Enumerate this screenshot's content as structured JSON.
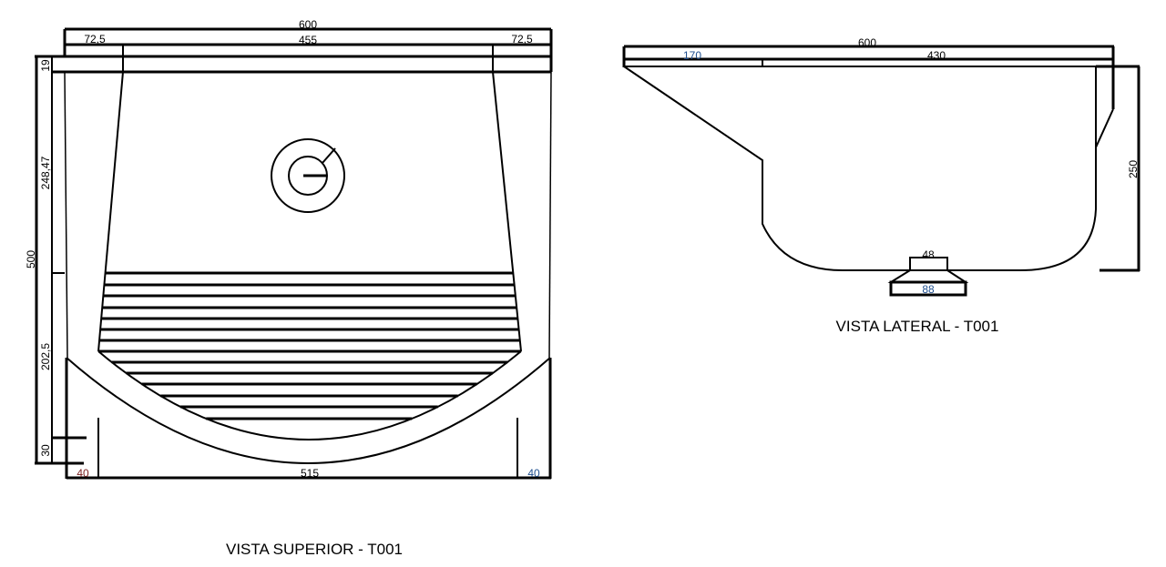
{
  "top_view": {
    "title": "VISTA SUPERIOR - T001",
    "dims": {
      "total_width": "600",
      "left_margin": "72,5",
      "inner_width": "455",
      "right_margin": "72,5",
      "rim": "19",
      "upper_depth": "248,47",
      "total_depth": "500",
      "lower_depth": "202,5",
      "foot": "30",
      "bottom_left": "40",
      "bottom_width": "515",
      "bottom_right": "40"
    }
  },
  "side_view": {
    "title": "VISTA LATERAL - T001",
    "dims": {
      "total_width": "600",
      "left_part": "170",
      "right_part": "430",
      "height": "250",
      "drain_top": "48",
      "drain_base": "88"
    }
  },
  "colors": {
    "line": "#000000",
    "accent_blue": "#1f4f8f",
    "accent_red": "#7a1f1f"
  }
}
